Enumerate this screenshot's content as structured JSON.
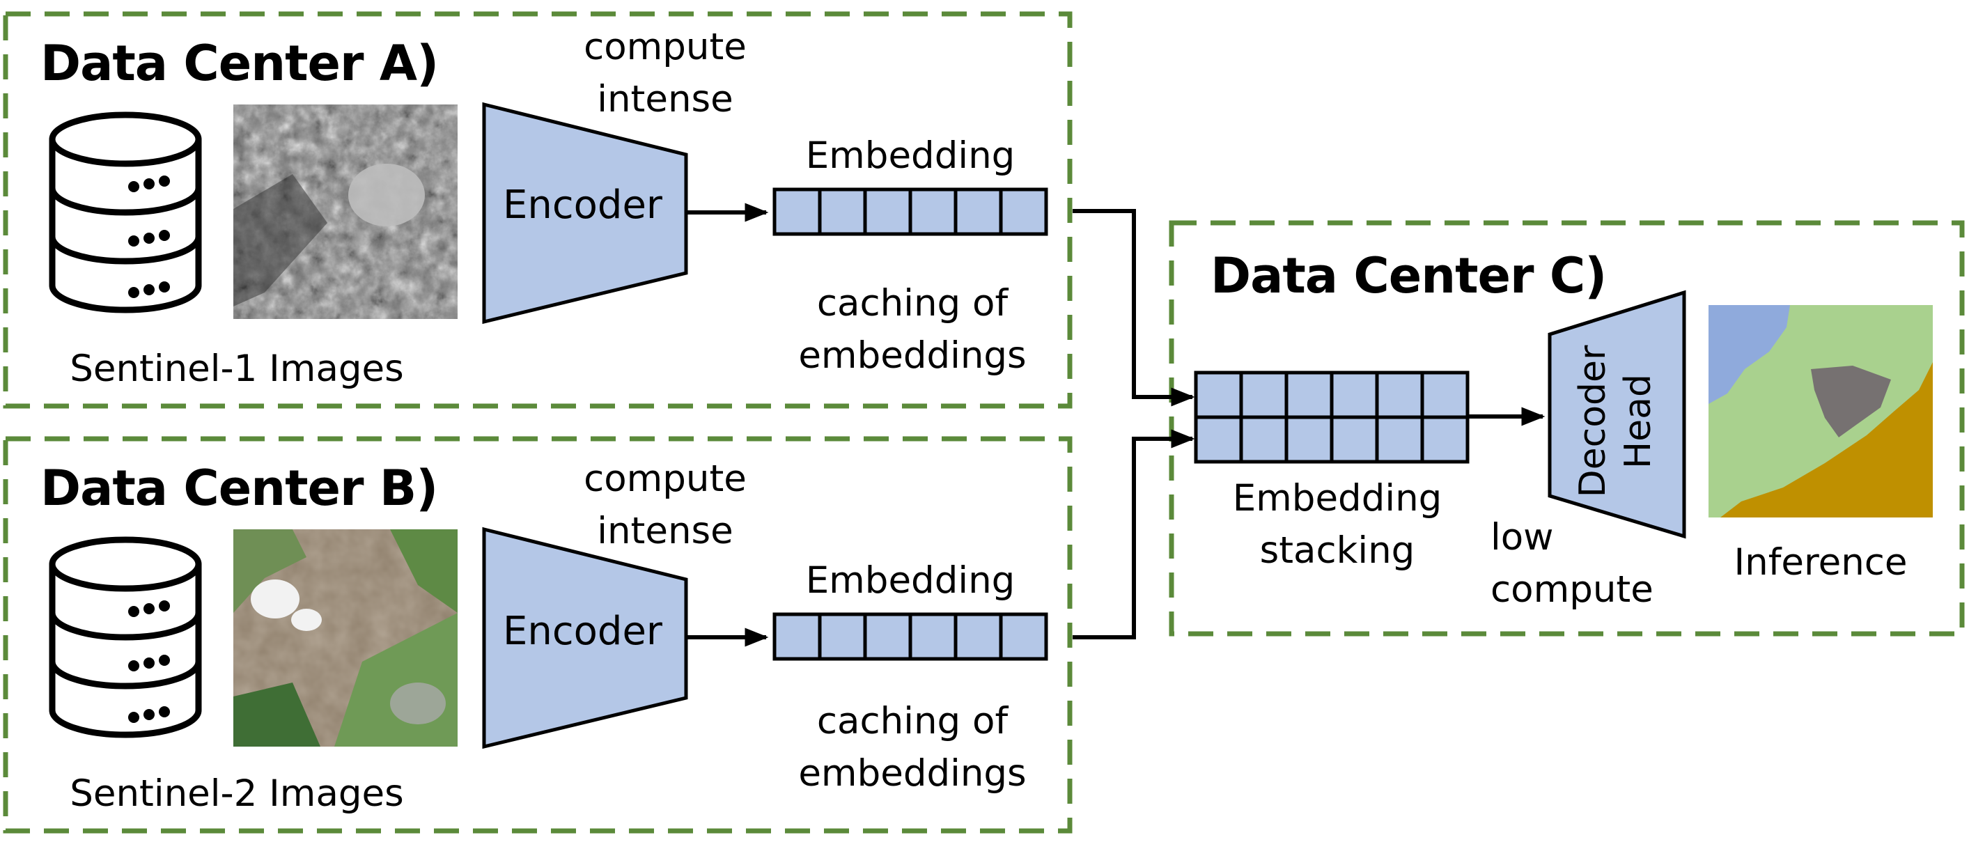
{
  "colors": {
    "box_border": "#5b8a3a",
    "block_fill": "#b4c7e7",
    "block_stroke": "#000000",
    "sar_gray": "#8a8a8a",
    "map_blue": "#8faadc",
    "map_green": "#a9d18e",
    "map_gray": "#767171",
    "map_ochre": "#bf9000"
  },
  "center_a": {
    "title": "Data Center A)",
    "image_caption": "Sentinel-1 Images",
    "encoder_note": "compute intense",
    "encoder_label": "Encoder",
    "embedding_label": "Embedding",
    "cache_note": "caching of embeddings",
    "database_icon": "database-icon",
    "image_icon": "sar-image"
  },
  "center_b": {
    "title": "Data Center B)",
    "image_caption": "Sentinel-2 Images",
    "encoder_note": "compute intense",
    "encoder_label": "Encoder",
    "embedding_label": "Embedding",
    "cache_note": "caching of embeddings",
    "database_icon": "database-icon",
    "image_icon": "optical-image"
  },
  "center_c": {
    "title": "Data Center C)",
    "stack_label": "Embedding stacking",
    "decoder_label": "Decoder Head",
    "decoder_note": "low compute",
    "inference_label": "Inference",
    "inference_icon": "segmentation-map"
  }
}
